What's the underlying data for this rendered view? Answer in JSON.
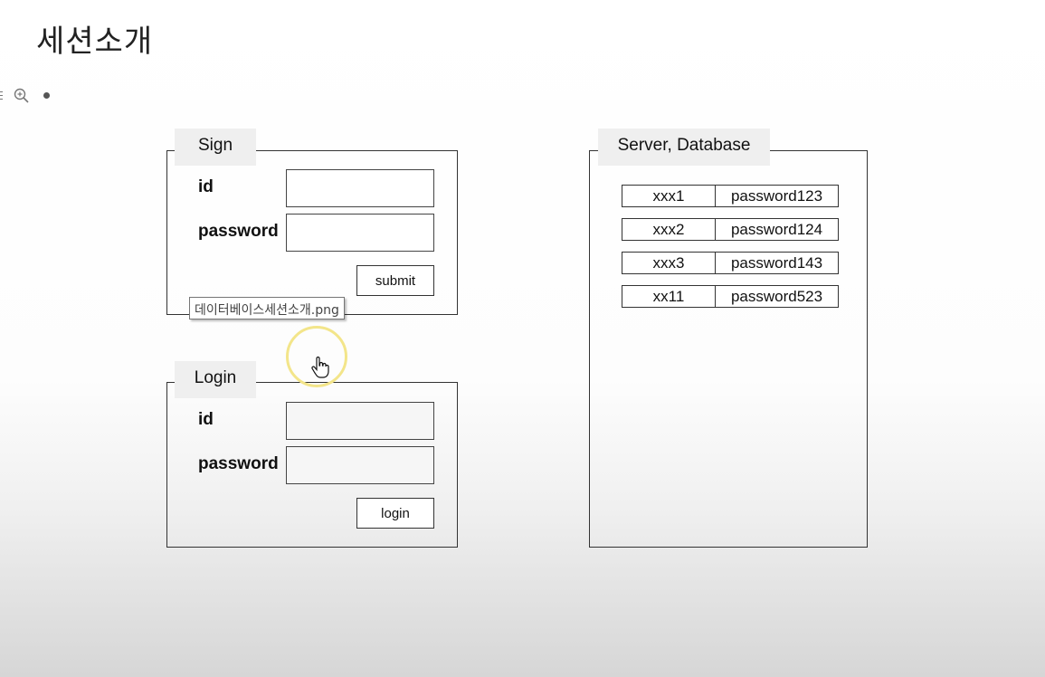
{
  "page": {
    "title": "세션소개"
  },
  "toolbar": {
    "icons": [
      "list-icon",
      "zoom-in-icon",
      "dot-icon"
    ]
  },
  "sign_panel": {
    "label": "Sign",
    "id_label": "id",
    "password_label": "password",
    "id_value": "",
    "password_value": "",
    "submit_label": "submit"
  },
  "login_panel": {
    "label": "Login",
    "id_label": "id",
    "password_label": "password",
    "id_value": "",
    "password_value": "",
    "login_label": "login"
  },
  "tooltip": {
    "text": "데이터베이스세션소개.png"
  },
  "database_panel": {
    "label": "Server, Database",
    "rows": [
      {
        "id": "xxx1",
        "password": "password123"
      },
      {
        "id": "xxx2",
        "password": "password124"
      },
      {
        "id": "xxx3",
        "password": "password143"
      },
      {
        "id": "xx11",
        "password": "password523"
      }
    ]
  },
  "colors": {
    "label_background": "#efefef",
    "cursor_highlight": "#f3e58a",
    "border": "#333333"
  }
}
